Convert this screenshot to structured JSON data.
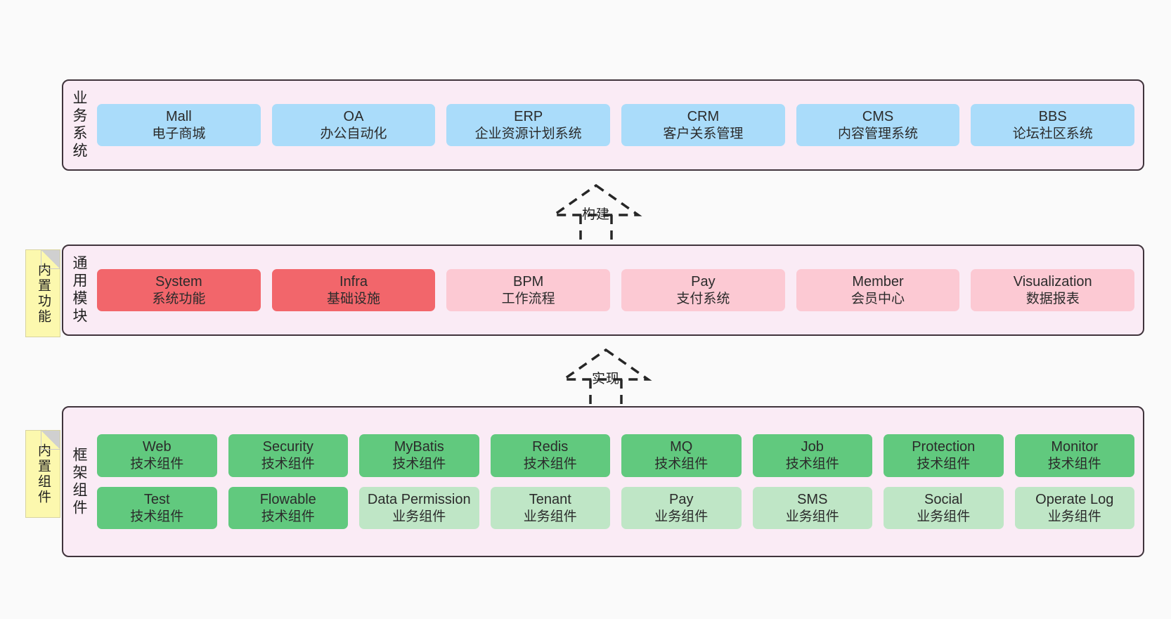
{
  "diagram": {
    "title": "Application architecture layers",
    "background": "#fafafa",
    "layer_fill": "#faebf5",
    "layer_border": "#40343c",
    "note_fill": "#fcf8ae"
  },
  "layers": [
    {
      "key": "business",
      "title": "业务系统",
      "note": null,
      "rows": [
        {
          "nodes": [
            {
              "en": "Mall",
              "cn": "电子商城",
              "style": "n-blue"
            },
            {
              "en": "OA",
              "cn": "办公自动化",
              "style": "n-blue"
            },
            {
              "en": "ERP",
              "cn": "企业资源计划系统",
              "style": "n-blue"
            },
            {
              "en": "CRM",
              "cn": "客户关系管理",
              "style": "n-blue"
            },
            {
              "en": "CMS",
              "cn": "内容管理系统",
              "style": "n-blue"
            },
            {
              "en": "BBS",
              "cn": "论坛社区系统",
              "style": "n-blue"
            }
          ]
        }
      ]
    },
    {
      "key": "common",
      "title": "通用模块",
      "note": "内置功能",
      "rows": [
        {
          "nodes": [
            {
              "en": "System",
              "cn": "系统功能",
              "style": "n-red"
            },
            {
              "en": "Infra",
              "cn": "基础设施",
              "style": "n-red"
            },
            {
              "en": "BPM",
              "cn": "工作流程",
              "style": "n-pink"
            },
            {
              "en": "Pay",
              "cn": "支付系统",
              "style": "n-pink"
            },
            {
              "en": "Member",
              "cn": "会员中心",
              "style": "n-pink"
            },
            {
              "en": "Visualization",
              "cn": "数据报表",
              "style": "n-pink"
            }
          ]
        }
      ]
    },
    {
      "key": "framework",
      "title": "框架组件",
      "note": "内置组件",
      "rows": [
        {
          "nodes": [
            {
              "en": "Web",
              "cn": "技术组件",
              "style": "n-green"
            },
            {
              "en": "Security",
              "cn": "技术组件",
              "style": "n-green"
            },
            {
              "en": "MyBatis",
              "cn": "技术组件",
              "style": "n-green"
            },
            {
              "en": "Redis",
              "cn": "技术组件",
              "style": "n-green"
            },
            {
              "en": "MQ",
              "cn": "技术组件",
              "style": "n-green"
            },
            {
              "en": "Job",
              "cn": "技术组件",
              "style": "n-green"
            },
            {
              "en": "Protection",
              "cn": "技术组件",
              "style": "n-green"
            },
            {
              "en": "Monitor",
              "cn": "技术组件",
              "style": "n-green"
            }
          ]
        },
        {
          "nodes": [
            {
              "en": "Test",
              "cn": "技术组件",
              "style": "n-green"
            },
            {
              "en": "Flowable",
              "cn": "技术组件",
              "style": "n-green"
            },
            {
              "en": "Data Permission",
              "cn": "业务组件",
              "style": "n-lightgreen"
            },
            {
              "en": "Tenant",
              "cn": "业务组件",
              "style": "n-lightgreen"
            },
            {
              "en": "Pay",
              "cn": "业务组件",
              "style": "n-lightgreen"
            },
            {
              "en": "SMS",
              "cn": "业务组件",
              "style": "n-lightgreen"
            },
            {
              "en": "Social",
              "cn": "业务组件",
              "style": "n-lightgreen"
            },
            {
              "en": "Operate Log",
              "cn": "业务组件",
              "style": "n-lightgreen"
            }
          ]
        }
      ]
    }
  ],
  "connectors": [
    {
      "key": "build",
      "label": "构建"
    },
    {
      "key": "implement",
      "label": "实现"
    }
  ]
}
